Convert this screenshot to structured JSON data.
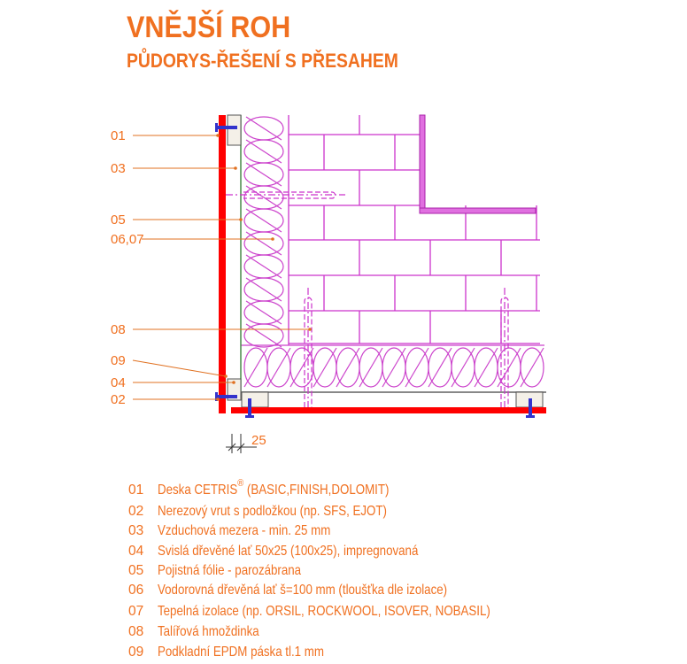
{
  "title": "VNĚJŠÍ ROH",
  "subtitle": "PŮDORYS-ŘEŠENÍ S PŘESAHEM",
  "colors": {
    "text": "#f07020",
    "board": "#ff0000",
    "masonry": "#cc33cc",
    "screw": "#3333cc",
    "foil": "#4a8a4a"
  },
  "callouts": [
    "01",
    "03",
    "05",
    "06,07",
    "08",
    "09",
    "04",
    "02"
  ],
  "dimension": "25",
  "legend": [
    {
      "num": "01",
      "text": "Deska CETRIS",
      "sup": "®",
      "rest": " (BASIC,FINISH,DOLOMIT)"
    },
    {
      "num": "02",
      "text": "Nerezový vrut s podložkou (np. SFS, EJOT)"
    },
    {
      "num": "03",
      "text": "Vzduchová mezera - min. 25 mm"
    },
    {
      "num": "04",
      "text": "Svislá dřevěné lať 50x25 (100x25), impregnovaná"
    },
    {
      "num": "05",
      "text": "Pojistná fólie - parozábrana"
    },
    {
      "num": "06",
      "text": "Vodorovná dřevěná lať š=100 mm (tloušťka dle izolace)"
    },
    {
      "num": "07",
      "text": "Tepelná izolace (np. ORSIL, ROCKWOOL, ISOVER, NOBASIL)"
    },
    {
      "num": "08",
      "text": "Talířová hmoždinka"
    },
    {
      "num": "09",
      "text": "Podkladní EPDM páska tl.1 mm"
    }
  ]
}
